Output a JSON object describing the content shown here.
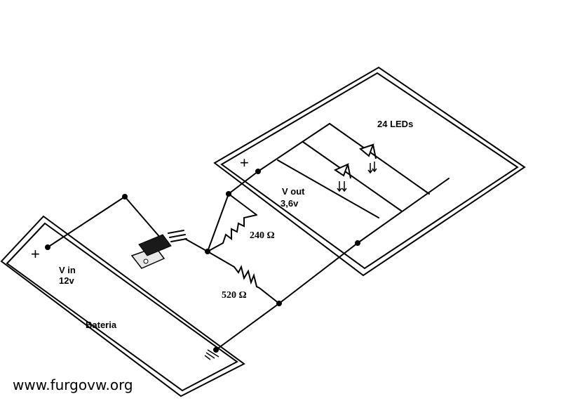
{
  "labels": {
    "battery_vin": "V in",
    "battery_voltage": "12v",
    "battery_name": "Bateria",
    "plus_battery": "+",
    "plus_panel": "+",
    "vout": "V out",
    "vout_voltage": "3,6v",
    "resistor1": "240 Ω",
    "resistor2": "520 Ω",
    "leds": "24  LEDs",
    "website": "www.furgovw.org"
  },
  "colors": {
    "line": "#000000",
    "background": "#ffffff",
    "regulator": "#1a1a1a"
  }
}
